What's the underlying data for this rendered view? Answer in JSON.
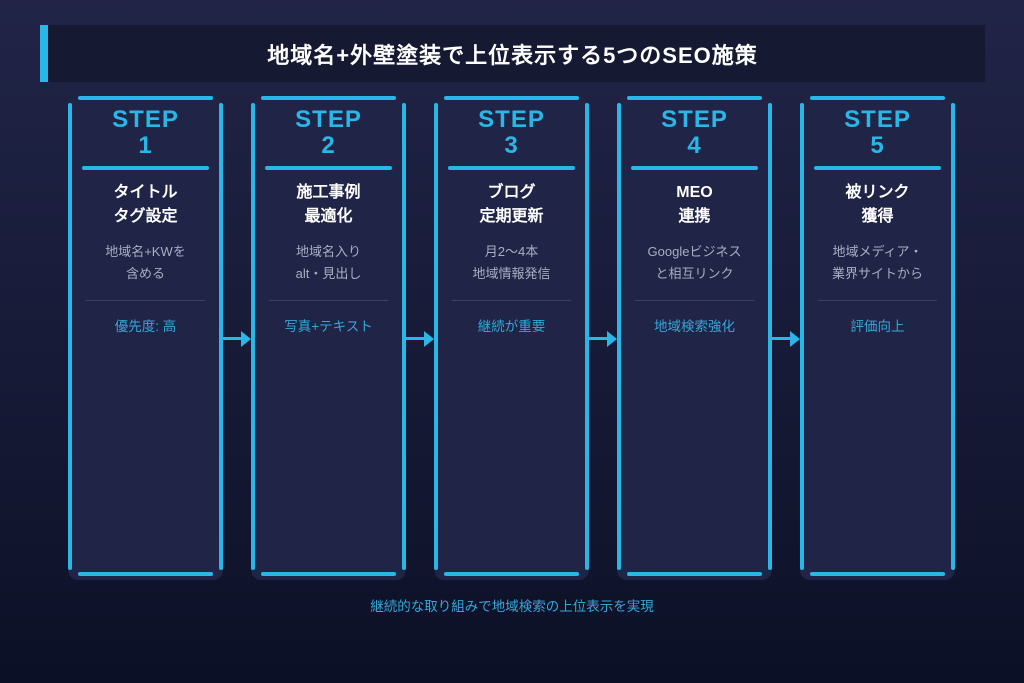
{
  "header": {
    "title": "地域名+外壁塗装で上位表示する5つのSEO施策"
  },
  "steps": [
    {
      "label": "STEP",
      "number": "1",
      "title1": "タイトル",
      "title2": "タグ設定",
      "desc1": "地域名+KWを",
      "desc2": "含める",
      "highlight": "優先度: 高"
    },
    {
      "label": "STEP",
      "number": "2",
      "title1": "施工事例",
      "title2": "最適化",
      "desc1": "地域名入り",
      "desc2": "alt・見出し",
      "highlight": "写真+テキスト"
    },
    {
      "label": "STEP",
      "number": "3",
      "title1": "ブログ",
      "title2": "定期更新",
      "desc1": "月2〜4本",
      "desc2": "地域情報発信",
      "highlight": "継続が重要"
    },
    {
      "label": "STEP",
      "number": "4",
      "title1": "MEO",
      "title2": "連携",
      "desc1": "Googleビジネス",
      "desc2": "と相互リンク",
      "highlight": "地域検索強化"
    },
    {
      "label": "STEP",
      "number": "5",
      "title1": "被リンク",
      "title2": "獲得",
      "desc1": "地域メディア・",
      "desc2": "業界サイトから",
      "highlight": "評価向上"
    }
  ],
  "footer": {
    "note": "継続的な取り組みで地域検索の上位表示を実現"
  },
  "icons": {
    "arrow_right": "→"
  },
  "colors": {
    "accent_cyan": "#29b7e8",
    "highlight_cyan": "#35a7d8",
    "card_bg": "#202446",
    "banner_bg": "#151931",
    "bg_top": "#212447",
    "bg_bottom": "#0c1026",
    "text_white": "#ffffff",
    "text_muted": "#a8aec3",
    "divider_muted": "#3a4169"
  }
}
